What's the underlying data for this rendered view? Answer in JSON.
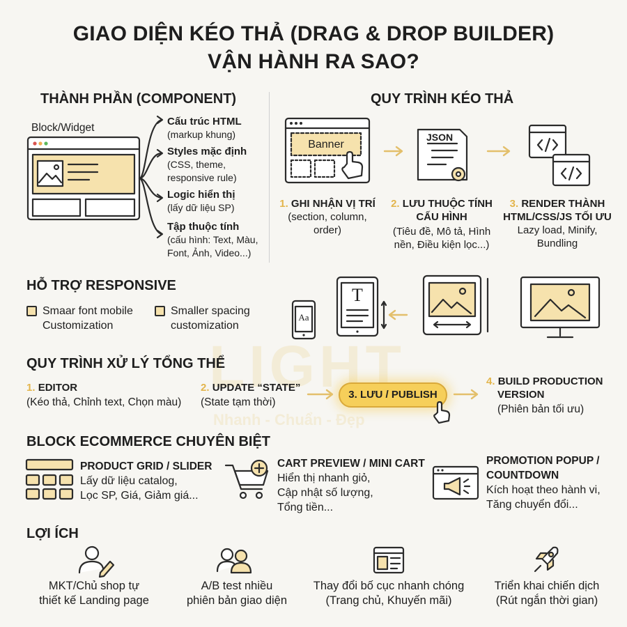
{
  "title_line1": "GIAO DIỆN KÉO THẢ (DRAG & DROP BUILDER)",
  "title_line2": "VẬN HÀNH RA SAO?",
  "component": {
    "heading": "THÀNH PHẦN (COMPONENT)",
    "block_label": "Block/Widget",
    "items": [
      {
        "title": "Cấu trúc HTML",
        "desc": [
          "(markup khung)"
        ]
      },
      {
        "title": "Styles mặc định",
        "desc": [
          "(CSS, theme,",
          "responsive rule)"
        ]
      },
      {
        "title": "Logic hiển thị",
        "desc": [
          "(lấy dữ liệu SP)"
        ]
      },
      {
        "title": "Tập thuộc tính",
        "desc": [
          "(cấu hình: Text, Màu,",
          "Font, Ảnh, Video...)"
        ]
      }
    ]
  },
  "dragflow": {
    "heading": "QUY TRÌNH KÉO THẢ",
    "banner_label": "Banner",
    "json_label": "JSON",
    "steps": [
      {
        "num": "1.",
        "title": [
          "GHI NHẬN VỊ TRÍ"
        ],
        "desc": [
          "(section, column,",
          "order)"
        ]
      },
      {
        "num": "2.",
        "title": [
          "LƯU THUỘC TÍNH",
          "CẤU HÌNH"
        ],
        "desc": [
          "(Tiêu đề, Mô tả, Hình",
          "nền, Điều kiện lọc...)"
        ]
      },
      {
        "num": "3.",
        "title": [
          "RENDER THÀNH",
          "HTML/CSS/JS TỐI ƯU"
        ],
        "desc": [
          "Lazy load, Minify,",
          "Bundling"
        ]
      }
    ]
  },
  "responsive": {
    "heading": "HỖ TRỢ RESPONSIVE",
    "options": [
      [
        "Smaar font mobile",
        "Customization"
      ],
      [
        "Smaller spacing",
        "customization"
      ]
    ],
    "phone_text": "Aa",
    "tablet_text": "T"
  },
  "process": {
    "heading": "QUY TRÌNH XỬ LÝ TỔNG THỂ",
    "steps": [
      {
        "num": "1.",
        "title": "EDITOR",
        "desc": [
          "(Kéo thả, Chỉnh text, Chọn màu)"
        ]
      },
      {
        "num": "2.",
        "title": "UPDATE “STATE”",
        "desc": [
          "(State tạm thời)"
        ]
      },
      {
        "num": "3.",
        "title": "LƯU / PUBLISH",
        "desc": []
      },
      {
        "num": "4.",
        "title": "BUILD PRODUCTION",
        "title2": "VERSION",
        "desc": [
          "(Phiên bản tối ưu)"
        ]
      }
    ]
  },
  "ecommerce": {
    "heading": "BLOCK ECOMMERCE CHUYÊN BIỆT",
    "blocks": [
      {
        "title": [
          "PRODUCT GRID / SLIDER"
        ],
        "desc": [
          "Lấy dữ liệu catalog,",
          "Lọc SP, Giá, Giảm giá..."
        ]
      },
      {
        "title": [
          "CART PREVIEW / MINI CART"
        ],
        "desc": [
          "Hiển thị nhanh giỏ,",
          "Cập nhật số lượng,",
          "Tổng tiền..."
        ]
      },
      {
        "title": [
          "PROMOTION POPUP /",
          "COUNTDOWN"
        ],
        "desc": [
          "Kích hoạt theo hành vi,",
          "Tăng chuyển đổi..."
        ]
      }
    ]
  },
  "benefits": {
    "heading": "LỢI ÍCH",
    "items": [
      [
        "MKT/Chủ shop tự",
        "thiết kế Landing page"
      ],
      [
        "A/B test nhiều",
        "phiên bản giao diện"
      ],
      [
        "Thay đổi bố cục nhanh chóng",
        "(Trang chủ, Khuyến mãi)"
      ],
      [
        "Triển khai chiến dịch",
        "(Rút ngắn thời gian)"
      ]
    ]
  },
  "watermark": {
    "brand": "LIGHT",
    "tagline": "Nhanh - Chuẩn - Đẹp"
  },
  "colors": {
    "accent": "#e3b54c",
    "highlight": "#f6cf5a",
    "fill": "#f6e2ad",
    "bg": "#f7f6f2"
  }
}
